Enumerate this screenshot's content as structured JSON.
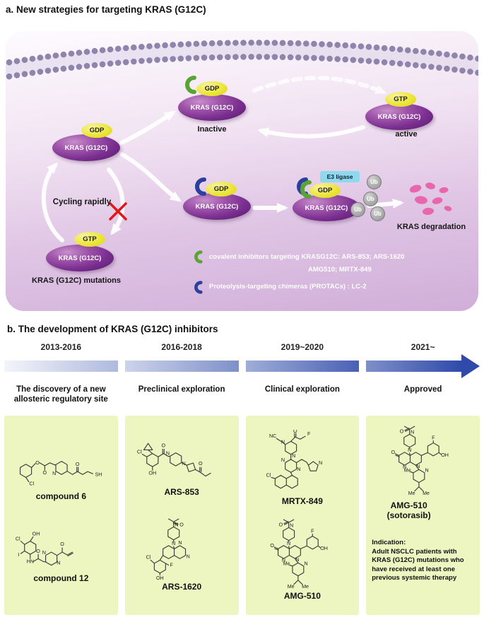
{
  "panel_a": {
    "title": "a. New strategies for targeting KRAS (G12C)",
    "labels": {
      "kras": "KRAS (G12C)",
      "gdp": "GDP",
      "gtp": "GTP",
      "inactive": "Inactive",
      "active": "active",
      "cycling": "Cycling rapidly",
      "mutations": "KRAS (G12C) mutations",
      "degradation": "KRAS degradation",
      "e3": "E3 ligase",
      "ub": "Ub"
    },
    "legend": {
      "line1": "covalent inhibitors targeting KRASG12C: ARS-853;   ARS-1620",
      "line2": "AMG510;  MRTX-849",
      "line3": "Proteolysis-targeting chimeras (PROTACs) : LC-2"
    }
  },
  "panel_b": {
    "title": "b. The development of  KRAS (G12C) inhibitors",
    "timeline": [
      {
        "period": "2013-2016",
        "stage": "The discovery of a new allosteric regulatory site"
      },
      {
        "period": "2016-2018",
        "stage": "Preclinical exploration"
      },
      {
        "period": "2019~2020",
        "stage": "Clinical exploration"
      },
      {
        "period": "2021~",
        "stage": "Approved"
      }
    ],
    "columns": [
      {
        "compounds": [
          "compound 6",
          "compound 12"
        ]
      },
      {
        "compounds": [
          "ARS-853",
          "ARS-1620"
        ]
      },
      {
        "compounds": [
          "MRTX-849",
          "AMG-510"
        ]
      },
      {
        "compounds": [
          "AMG-510 (sotorasib)"
        ],
        "indication_title": "Indication:",
        "indication_text": "Adult NSCLC patients with KRAS (G12C) mutations who have received at least one previous systemic therapy"
      }
    ]
  },
  "structures": {
    "c6": {
      "a0": "O",
      "a1": "O",
      "a2": "N",
      "a3": "O",
      "a4": "SH",
      "a5": "Cl"
    },
    "c12": {
      "a0": "OH",
      "a1": "Cl",
      "a2": "I",
      "a3": "HN",
      "a4": "O",
      "a5": "N",
      "a6": "N",
      "a7": "O"
    },
    "ars853": {
      "a0": "Cl",
      "a1": "OH",
      "a2": "O",
      "a3": "N",
      "a4": "N",
      "a5": "O"
    },
    "ars1620": {
      "a0": "O",
      "a1": "N",
      "a2": "N",
      "a3": "N",
      "a4": "N",
      "a5": "Cl",
      "a6": "F",
      "a7": "OH"
    },
    "mrtx849": {
      "a0": "NC",
      "a1": "O",
      "a2": "F",
      "a3": "N",
      "a4": "N",
      "a5": "N",
      "a6": "N",
      "a7": "N",
      "a8": "Cl"
    },
    "amg510": {
      "a0": "O",
      "a1": "N",
      "a2": "N",
      "a3": "O",
      "a4": "N",
      "a5": "N",
      "a6": "F",
      "a7": "OH",
      "a8": "N",
      "a9": "Me",
      "a10": "Me",
      "a11": "Me"
    },
    "sotorasib": {
      "a0": "O",
      "a1": "N",
      "a2": "N",
      "a3": "O",
      "a4": "N",
      "a5": "N",
      "a6": "F",
      "a7": "OH",
      "a8": "N",
      "a9": "Me",
      "a10": "Me",
      "a11": "Me"
    }
  },
  "colors": {
    "nucleotide": "#ece63a",
    "covalent_green": "#5aa433",
    "protac_blue": "#2b3f9e",
    "e3_blue": "#8fd9ee",
    "ub_gray": "#8f8f8f",
    "degradation_pink": "#e766ae",
    "timeline_blue": "#2f4aab",
    "panel_green": "#edf5c0",
    "membrane_purple": "#8f85ac",
    "red_x": "#e01818"
  }
}
